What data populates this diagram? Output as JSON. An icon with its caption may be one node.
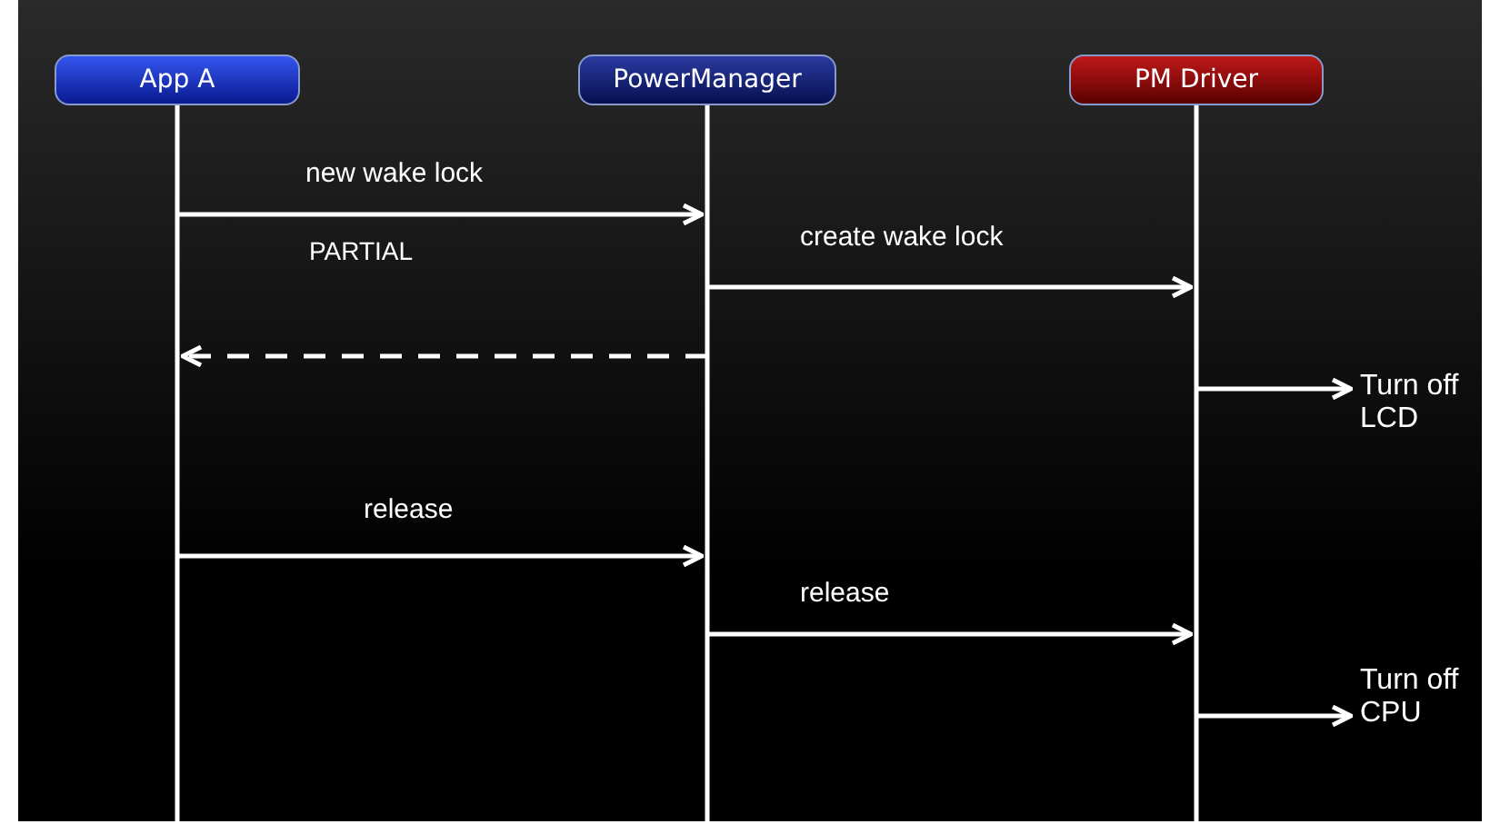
{
  "diagram": {
    "nodes": [
      {
        "text": [
          "App A"
        ]
      },
      {
        "text": [
          "PowerManager"
        ]
      },
      {
        "text": [
          "PM Driver"
        ]
      },
      {
        "text": [
          "Turn off LCD"
        ]
      },
      {
        "text": [
          "Turn off CPU"
        ]
      }
    ],
    "edges": [
      {
        "from": 0,
        "to": 1,
        "arrow": "to",
        "label": "new wake lock"
      },
      {
        "from": 1,
        "to": 2,
        "arrow": "to",
        "label": "create wake lock"
      },
      {
        "from": 1,
        "to": 0,
        "arrow": "to",
        "style": "dashed"
      },
      {
        "from": 2,
        "to": 3,
        "arrow": "to"
      },
      {
        "from": 0,
        "to": 1,
        "arrow": "to",
        "label": "release"
      },
      {
        "from": 1,
        "to": 2,
        "arrow": "to",
        "label": "release"
      },
      {
        "from": 2,
        "to": 4,
        "arrow": "to"
      }
    ],
    "labels": [
      "PARTIAL"
    ]
  }
}
